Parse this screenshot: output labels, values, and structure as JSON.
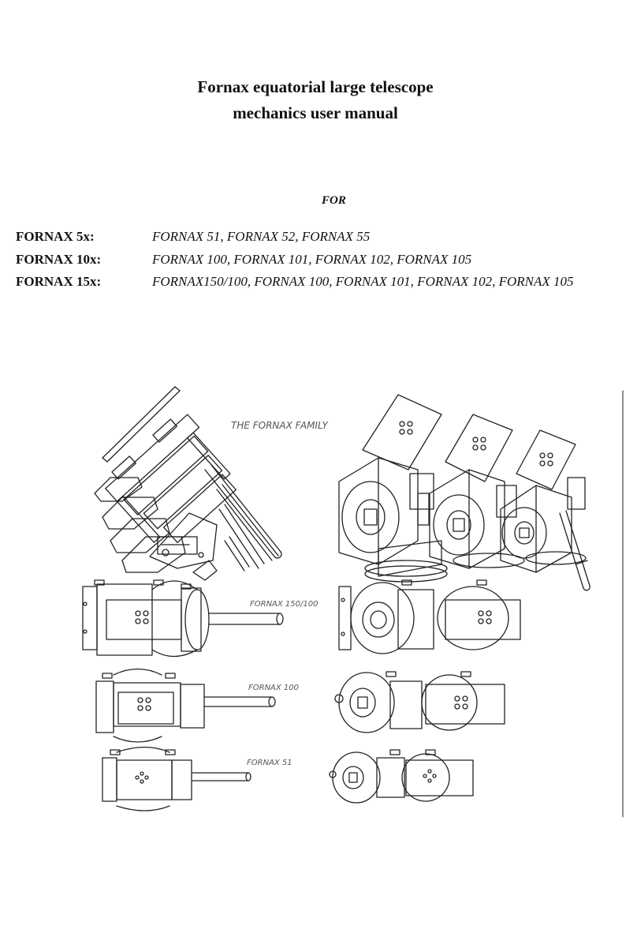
{
  "title": {
    "line1": "Fornax equatorial large telescope",
    "line2": "mechanics user manual"
  },
  "for_label": "FOR",
  "models": [
    {
      "series": "FORNAX 5x:",
      "models": "FORNAX 51, FORNAX 52, FORNAX 55"
    },
    {
      "series": "FORNAX 10x:",
      "models": "FORNAX 100, FORNAX 101, FORNAX 102, FORNAX 105"
    },
    {
      "series": "FORNAX 15x:",
      "models": "FORNAX150/100, FORNAX 100, FORNAX 101, FORNAX 102, FORNAX 105"
    }
  ],
  "figure": {
    "family_label": "THE FORNAX FAMILY",
    "labels": [
      "FORNAX 150/100",
      "FORNAX 100",
      "FORNAX 51"
    ]
  }
}
